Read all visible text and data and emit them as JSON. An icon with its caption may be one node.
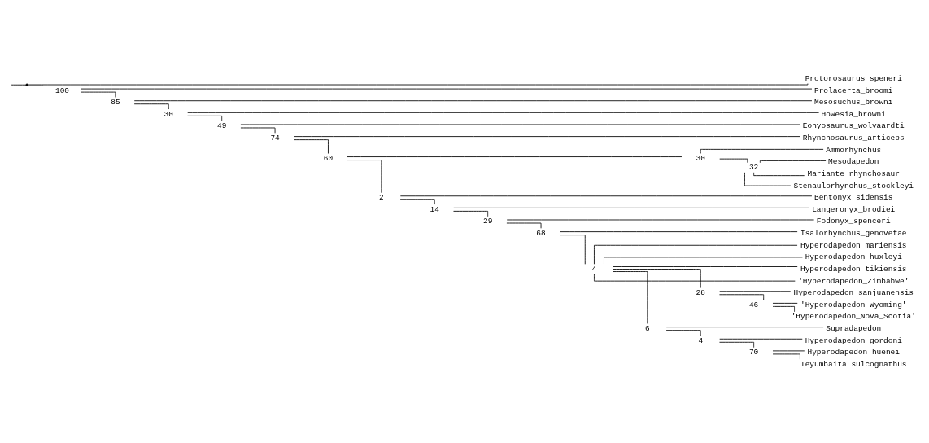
{
  "diagram": {
    "nodes": [
      {
        "text": [],
        "shape": "point"
      },
      {
        "text": [
          "Protorosaurus_speneri"
        ]
      },
      {
        "text": [
          "100"
        ]
      },
      {
        "text": [
          "Prolacerta_broomi"
        ]
      },
      {
        "text": [
          "85"
        ]
      },
      {
        "text": [
          "Mesosuchus_browni"
        ]
      },
      {
        "text": [
          "30"
        ]
      },
      {
        "text": [
          "Howesia_browni"
        ]
      },
      {
        "text": [
          "49"
        ]
      },
      {
        "text": [
          "Eohyosaurus_wolvaardti"
        ]
      },
      {
        "text": [
          "74"
        ]
      },
      {
        "text": [
          "Rhynchosaurus_articeps"
        ]
      },
      {
        "text": [
          "60"
        ]
      },
      {
        "text": [
          "30"
        ]
      },
      {
        "text": [
          "Ammorhynchus"
        ]
      },
      {
        "text": [
          "32"
        ]
      },
      {
        "text": [
          "Mesodapedon"
        ]
      },
      {
        "text": [
          "Mariante rhynchosaur"
        ]
      },
      {
        "text": [
          "Stenaulorhynchus_stockleyi"
        ]
      },
      {
        "text": [
          "2"
        ]
      },
      {
        "text": [
          "Bentonyx sidensis"
        ]
      },
      {
        "text": [
          "14"
        ]
      },
      {
        "text": [
          "Langeronyx_brodiei"
        ]
      },
      {
        "text": [
          "29"
        ]
      },
      {
        "text": [
          "Fodonyx_spenceri"
        ]
      },
      {
        "text": [
          "68"
        ]
      },
      {
        "text": [
          "Isalorhynchus_genovefae"
        ]
      },
      {
        "text": [
          "4"
        ]
      },
      {
        "text": [
          "Hyperodapedon mariensis"
        ]
      },
      {
        "text": [
          "Hyperodapedon huxleyi"
        ]
      },
      {
        "text": [
          "Hyperodapedon tikiensis"
        ]
      },
      {
        "text": [
          "'Hyperodapedon_Zimbabwe'"
        ]
      },
      {
        "text": [
          "28"
        ]
      },
      {
        "text": [
          "Hyperodapedon sanjuanensis"
        ]
      },
      {
        "text": [
          "46"
        ]
      },
      {
        "text": [
          "'Hyperodapedon Wyoming'"
        ]
      },
      {
        "text": [
          "'Hyperodapedon_Nova_Scotia'"
        ]
      },
      {
        "text": [
          "6"
        ]
      },
      {
        "text": [
          "Supradapedon"
        ]
      },
      {
        "text": [
          "4"
        ]
      },
      {
        "text": [
          "Hyperodapedon gordoni"
        ]
      },
      {
        "text": [
          "70"
        ]
      },
      {
        "text": [
          "Hyperodapedon huenei"
        ]
      },
      {
        "text": [
          "Teyumbaita sulcognathus"
        ]
      }
    ],
    "edges": [
      {
        "from": null,
        "to": 0,
        "arrow": "none"
      },
      {
        "from": 0,
        "to": 1,
        "arrow": "none"
      },
      {
        "from": 0,
        "to": 2,
        "arrow": "none"
      },
      {
        "from": 2,
        "to": 3,
        "arrow": "none"
      },
      {
        "from": 2,
        "to": 4,
        "arrow": "none"
      },
      {
        "from": 4,
        "to": 5,
        "arrow": "none"
      },
      {
        "from": 4,
        "to": 6,
        "arrow": "none"
      },
      {
        "from": 6,
        "to": 7,
        "arrow": "none"
      },
      {
        "from": 6,
        "to": 8,
        "arrow": "none"
      },
      {
        "from": 8,
        "to": 9,
        "arrow": "none"
      },
      {
        "from": 8,
        "to": 10,
        "arrow": "none"
      },
      {
        "from": 10,
        "to": 11,
        "arrow": "none"
      },
      {
        "from": 10,
        "to": 12,
        "arrow": "none"
      },
      {
        "from": 12,
        "to": 13,
        "arrow": "none"
      },
      {
        "from": 12,
        "to": 19,
        "arrow": "none"
      },
      {
        "from": 13,
        "to": 14,
        "arrow": "none"
      },
      {
        "from": 13,
        "to": 15,
        "arrow": "none"
      },
      {
        "from": 15,
        "to": 16,
        "arrow": "none"
      },
      {
        "from": 15,
        "to": 17,
        "arrow": "none"
      },
      {
        "from": 15,
        "to": 18,
        "arrow": "none"
      },
      {
        "from": 19,
        "to": 20,
        "arrow": "none"
      },
      {
        "from": 19,
        "to": 21,
        "arrow": "none"
      },
      {
        "from": 21,
        "to": 22,
        "arrow": "none"
      },
      {
        "from": 21,
        "to": 23,
        "arrow": "none"
      },
      {
        "from": 23,
        "to": 24,
        "arrow": "none"
      },
      {
        "from": 23,
        "to": 25,
        "arrow": "none"
      },
      {
        "from": 25,
        "to": 26,
        "arrow": "none"
      },
      {
        "from": 25,
        "to": 27,
        "arrow": "none"
      },
      {
        "from": 27,
        "to": 28,
        "arrow": "none"
      },
      {
        "from": 27,
        "to": 29,
        "arrow": "none"
      },
      {
        "from": 27,
        "to": 30,
        "arrow": "none"
      },
      {
        "from": 27,
        "to": 31,
        "arrow": "none"
      },
      {
        "from": 27,
        "to": 32,
        "arrow": "none"
      },
      {
        "from": 27,
        "to": 37,
        "arrow": "none"
      },
      {
        "from": 32,
        "to": 33,
        "arrow": "none"
      },
      {
        "from": 32,
        "to": 34,
        "arrow": "none"
      },
      {
        "from": 34,
        "to": 35,
        "arrow": "none"
      },
      {
        "from": 34,
        "to": 36,
        "arrow": "none"
      },
      {
        "from": 37,
        "to": 38,
        "arrow": "none"
      },
      {
        "from": 37,
        "to": 39,
        "arrow": "none"
      },
      {
        "from": 39,
        "to": 40,
        "arrow": "none"
      },
      {
        "from": 39,
        "to": 41,
        "arrow": "none"
      },
      {
        "from": 41,
        "to": 42,
        "arrow": "none"
      },
      {
        "from": 41,
        "to": 43,
        "arrow": "none"
      }
    ]
  }
}
